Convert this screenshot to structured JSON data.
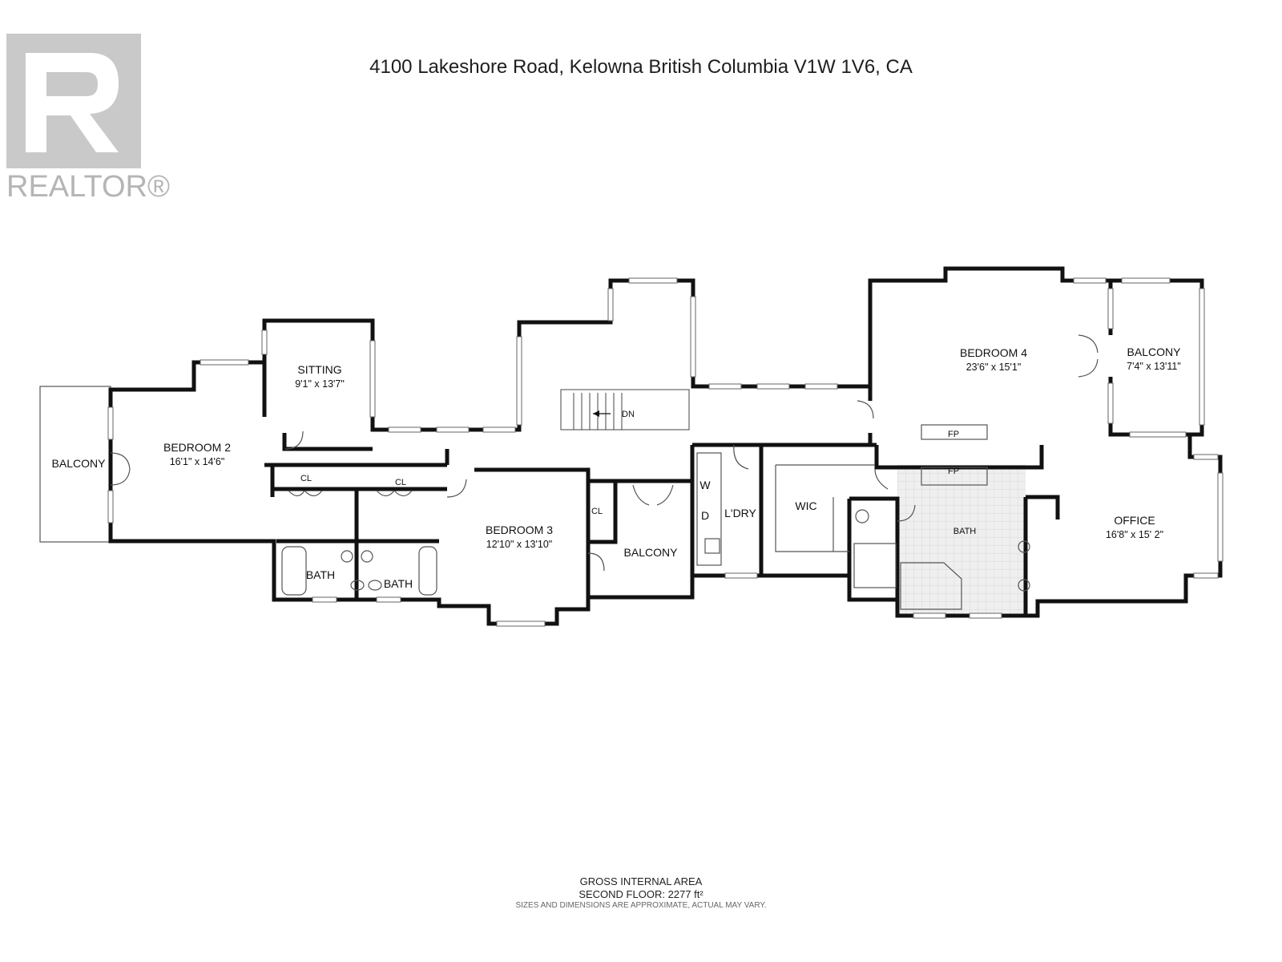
{
  "logo": {
    "text": "REALTOR®",
    "mark": "realtor-r-mark"
  },
  "address": "4100 Lakeshore Road, Kelowna British Columbia V1W 1V6, CA",
  "rooms": {
    "balcony_left": {
      "name": "BALCONY"
    },
    "bedroom2": {
      "name": "BEDROOM 2",
      "dim": "16'1\" x 14'6\""
    },
    "sitting": {
      "name": "SITTING",
      "dim": "9'1\" x 13'7\""
    },
    "cl1": {
      "name": "CL"
    },
    "cl2": {
      "name": "CL"
    },
    "cl3": {
      "name": "CL"
    },
    "bath1": {
      "name": "BATH"
    },
    "bath2": {
      "name": "BATH"
    },
    "bedroom3": {
      "name": "BEDROOM 3",
      "dim": "12'10\" x 13'10\""
    },
    "balcony_mid": {
      "name": "BALCONY"
    },
    "stairs": {
      "name": "DN"
    },
    "laundry": {
      "name": "L'DRY",
      "washer": "W",
      "dryer": "D"
    },
    "wic": {
      "name": "WIC"
    },
    "fp_upper": {
      "name": "FP"
    },
    "fp_lower": {
      "name": "FP"
    },
    "master_bath": {
      "name": "BATH"
    },
    "bedroom4": {
      "name": "BEDROOM 4",
      "dim": "23'6\" x 15'1\""
    },
    "balcony_right": {
      "name": "BALCONY",
      "dim": "7'4\" x 13'11\""
    },
    "office": {
      "name": "OFFICE",
      "dim": "16'8\" x 15' 2\""
    }
  },
  "footer": {
    "area_title": "GROSS INTERNAL AREA",
    "floor_area": "SECOND FLOOR: 2277 ft²",
    "disclaimer": "SIZES AND DIMENSIONS ARE APPROXIMATE, ACTUAL MAY VARY."
  }
}
